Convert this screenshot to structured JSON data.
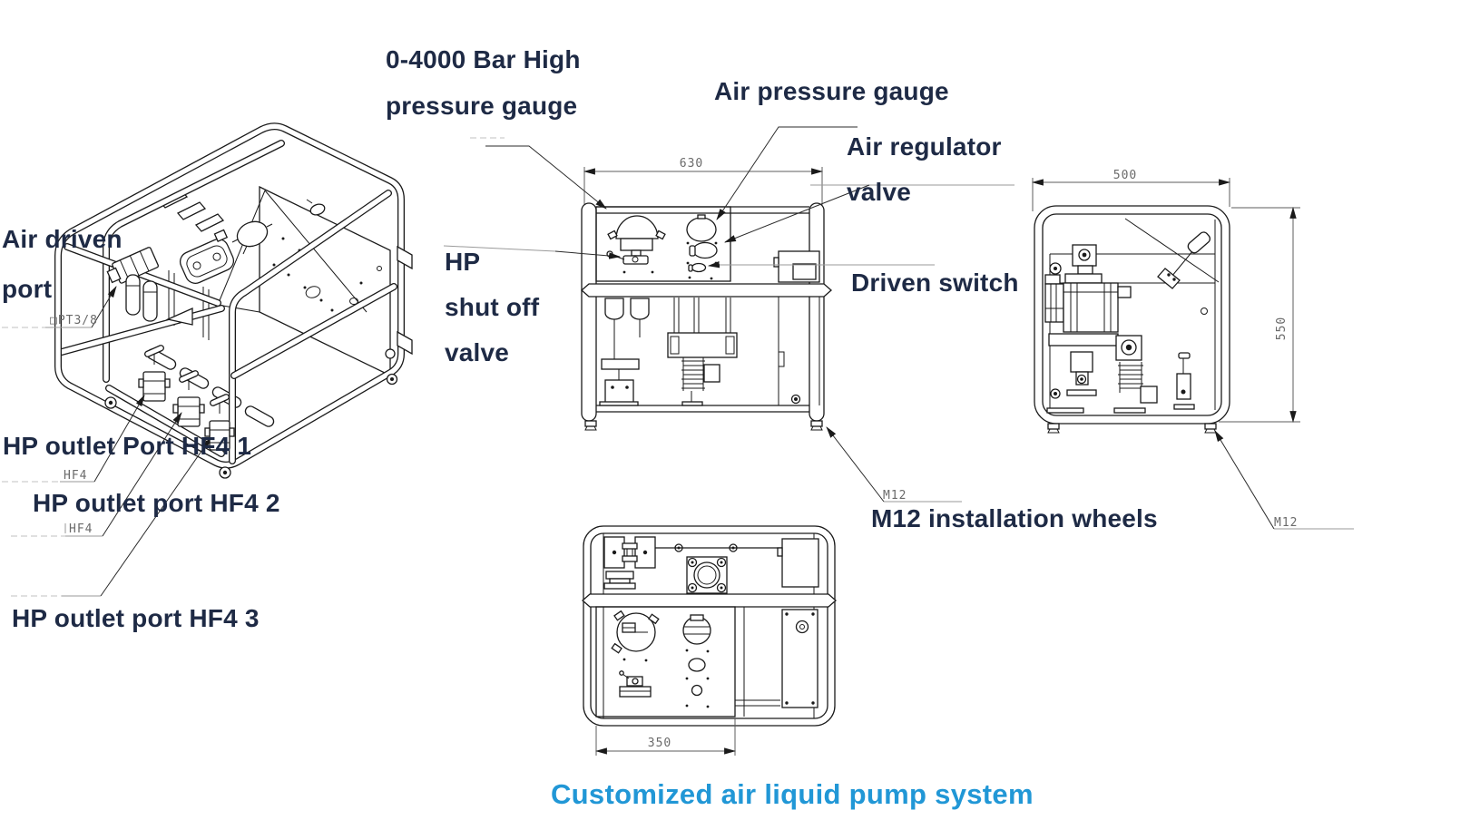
{
  "title": "Customized air liquid pump system",
  "callouts": {
    "hp_gauge_line1": "0-4000 Bar  High",
    "hp_gauge_line2": "pressure gauge",
    "air_pressure_gauge": "Air pressure gauge",
    "air_regulator_line1": "Air regulator",
    "air_regulator_line2": "valve",
    "driven_switch": "Driven switch",
    "hp_shutoff_line1": "HP",
    "hp_shutoff_line2": "shut off",
    "hp_shutoff_line3": "valve",
    "air_driven_line1": "Air driven",
    "air_driven_line2": "port",
    "outlet_1": "HP outlet Port HF4 1",
    "outlet_2": "HP outlet port HF4 2",
    "outlet_3": "HP outlet port HF4 3",
    "m12_wheels": "M12 installation wheels"
  },
  "cad_labels": {
    "air_port_thread": "□PT3/8",
    "outlet_1_port": "HF4",
    "outlet_2_port": "HF4",
    "wheel_front": "M12",
    "wheel_side": "M12"
  },
  "dimensions": {
    "front_width": "630",
    "side_width": "500",
    "side_height": "550",
    "top_width": "350"
  },
  "colors": {
    "label": "#1E2A45",
    "title": "#2197D6",
    "line": "#1a1a1a",
    "dim": "#6a6a6a",
    "leader": "#9a9a9a"
  }
}
